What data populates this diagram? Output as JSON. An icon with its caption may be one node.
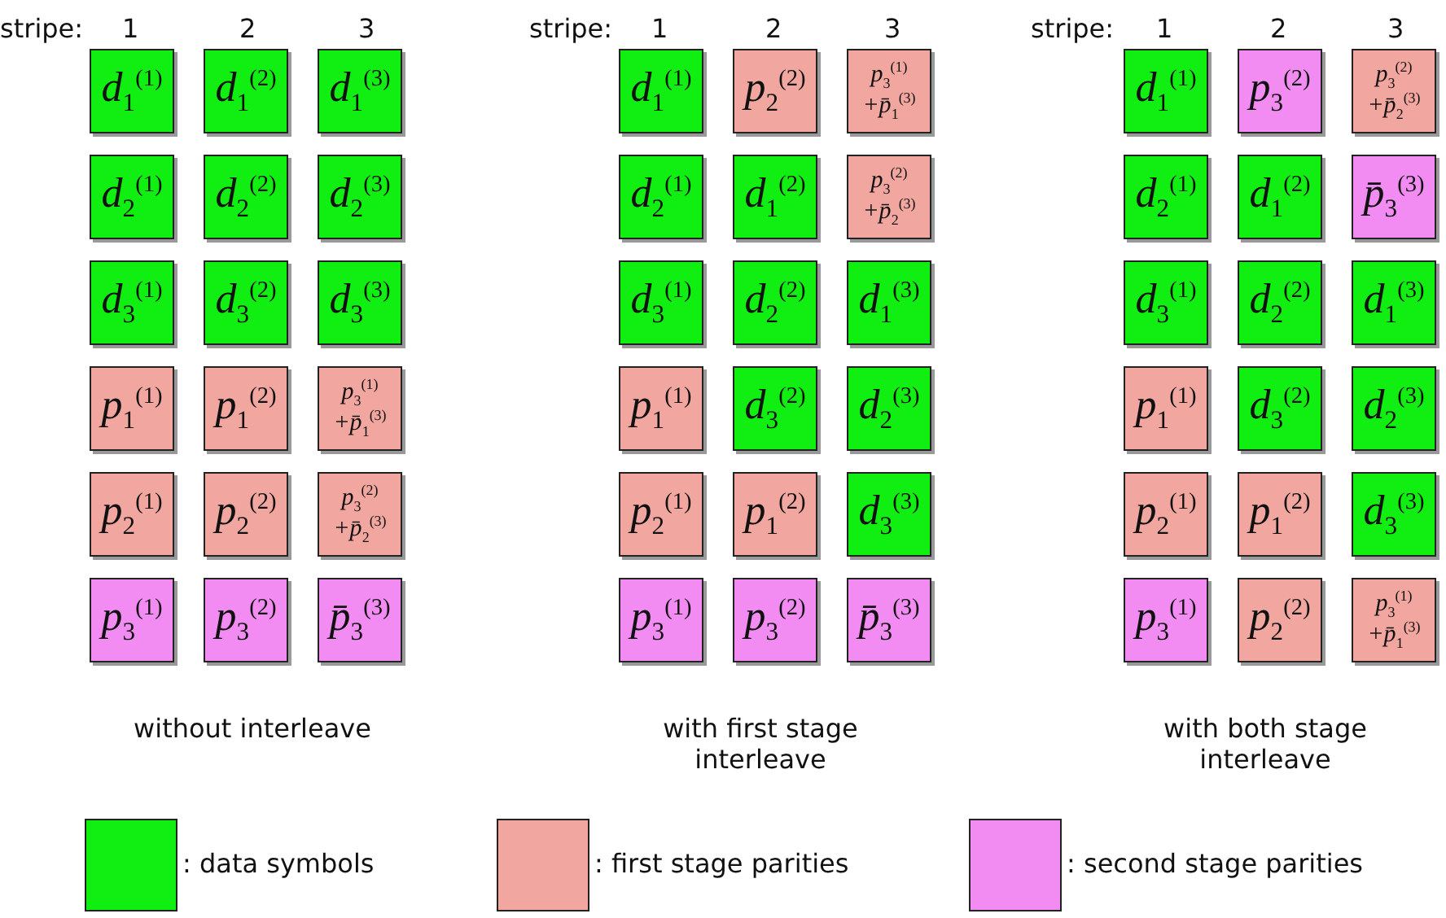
{
  "diagram": {
    "nodes": [
      {
        "text": [
          "d$_{1}$$^{(1)}$"
        ]
      },
      {
        "text": [
          "d$_{1}$$^{(2)}$"
        ]
      },
      {
        "text": [
          "d$_{1}$$^{(3)}$"
        ]
      },
      {
        "text": [
          "d$_{2}$$^{(1)}$"
        ]
      },
      {
        "text": [
          "d$_{2}$$^{(2)}$"
        ]
      },
      {
        "text": [
          "d$_{2}$$^{(3)}$"
        ]
      },
      {
        "text": [
          "d$_{3}$$^{(1)}$"
        ]
      },
      {
        "text": [
          "d$_{3}$$^{(2)}$"
        ]
      },
      {
        "text": [
          "d$_{3}$$^{(3)}$"
        ]
      },
      {
        "text": [
          "p$_{1}$$^{(1)}$"
        ]
      },
      {
        "text": [
          "p$_{1}$$^{(2)}$"
        ]
      },
      {
        "text": [
          "p$_{3}$$^{(1)}$ +p̄$_{1}$$^{(3)}$"
        ]
      },
      {
        "text": [
          "p$_{2}$$^{(1)}$"
        ]
      },
      {
        "text": [
          "p$_{2}$$^{(2)}$"
        ]
      },
      {
        "text": [
          "p$_{3}$$^{(2)}$ +p̄$_{2}$$^{(3)}$"
        ]
      },
      {
        "text": [
          "p$_{3}$$^{(1)}$"
        ]
      },
      {
        "text": [
          "p$_{3}$$^{(2)}$"
        ]
      },
      {
        "text": [
          "p̄$_{3}$$^{(3)}$"
        ]
      },
      {
        "text": [
          "d$_{1}$$^{(1)}$"
        ]
      },
      {
        "text": [
          "p$_{2}$$^{(2)}$"
        ]
      },
      {
        "text": [
          "p$_{3}$$^{(1)}$ +p̄$_{1}$$^{(3)}$"
        ]
      },
      {
        "text": [
          "d$_{2}$$^{(1)}$"
        ]
      },
      {
        "text": [
          "d$_{1}$$^{(2)}$"
        ]
      },
      {
        "text": [
          "p$_{3}$$^{(2)}$ +p̄$_{2}$$^{(3)}$"
        ]
      },
      {
        "text": [
          "d$_{3}$$^{(1)}$"
        ]
      },
      {
        "text": [
          "d$_{2}$$^{(2)}$"
        ]
      },
      {
        "text": [
          "d$_{1}$$^{(3)}$"
        ]
      },
      {
        "text": [
          "p$_{1}$$^{(1)}$"
        ]
      },
      {
        "text": [
          "d$_{3}$$^{(2)}$"
        ]
      },
      {
        "text": [
          "d$_{2}$$^{(3)}$"
        ]
      },
      {
        "text": [
          "p$_{2}$$^{(1)}$"
        ]
      },
      {
        "text": [
          "p$_{1}$$^{(2)}$"
        ]
      },
      {
        "text": [
          "d$_{3}$$^{(3)}$"
        ]
      },
      {
        "text": [
          "p$_{3}$$^{(1)}$"
        ]
      },
      {
        "text": [
          "p$_{3}$$^{(2)}$"
        ]
      },
      {
        "text": [
          "p̄$_{3}$$^{(3)}$"
        ]
      },
      {
        "text": [
          "d$_{1}$$^{(1)}$"
        ]
      },
      {
        "text": [
          "p$_{3}$$^{(2)}$"
        ]
      },
      {
        "text": [
          "p$_{3}$$^{(2)}$ +p̄$_{2}$$^{(3)}$"
        ]
      },
      {
        "text": [
          "d$_{2}$$^{(1)}$"
        ]
      },
      {
        "text": [
          "d$_{1}$$^{(2)}$"
        ]
      },
      {
        "text": [
          "p̄$_{3}$$^{(3)}$"
        ]
      },
      {
        "text": [
          "d$_{3}$$^{(1)}$"
        ]
      },
      {
        "text": [
          "d$_{2}$$^{(2)}$"
        ]
      },
      {
        "text": [
          "d$_{1}$$^{(3)}$"
        ]
      },
      {
        "text": [
          "p$_{1}$$^{(1)}$"
        ]
      },
      {
        "text": [
          "d$_{3}$$^{(2)}$"
        ]
      },
      {
        "text": [
          "d$_{2}$$^{(3)}$"
        ]
      },
      {
        "text": [
          "p$_{2}$$^{(1)}$"
        ]
      },
      {
        "text": [
          "p$_{1}$$^{(2)}$"
        ]
      },
      {
        "text": [
          "d$_{3}$$^{(3)}$"
        ]
      },
      {
        "text": [
          "p$_{3}$$^{(1)}$"
        ]
      },
      {
        "text": [
          "p$_{2}$$^{(2)}$"
        ]
      },
      {
        "text": [
          "p$_{3}$$^{(1)}$ +p̄$_{1}$$^{(3)}$"
        ]
      }
    ],
    "labels": [
      "stripe:",
      "1",
      "2",
      "3",
      "stripe:",
      "1",
      "2",
      "3",
      "stripe:",
      "1",
      "2",
      "3",
      "without interleave",
      "with first stage interleave",
      "with both stage interleave"
    ],
    "legend": [
      {
        "text": ": data symbols",
        "color": "#11ee11"
      },
      {
        "text": ": first stage parities",
        "color": "#f2a6a0"
      },
      {
        "text": ": second stage parities",
        "color": "#f28cf2"
      }
    ]
  }
}
